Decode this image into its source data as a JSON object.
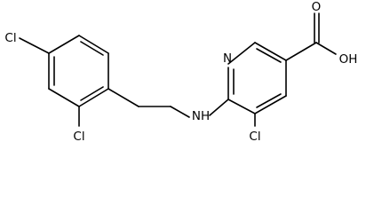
{
  "molecule": {
    "labels": {
      "chlorine_top": "Cl",
      "chlorine_ring_lower": "Cl",
      "amine": "NH",
      "pyridine_nitrogen": "N",
      "chlorine_pyridine": "Cl",
      "hydroxyl": "OH",
      "carbonyl_oxygen": "O"
    }
  }
}
